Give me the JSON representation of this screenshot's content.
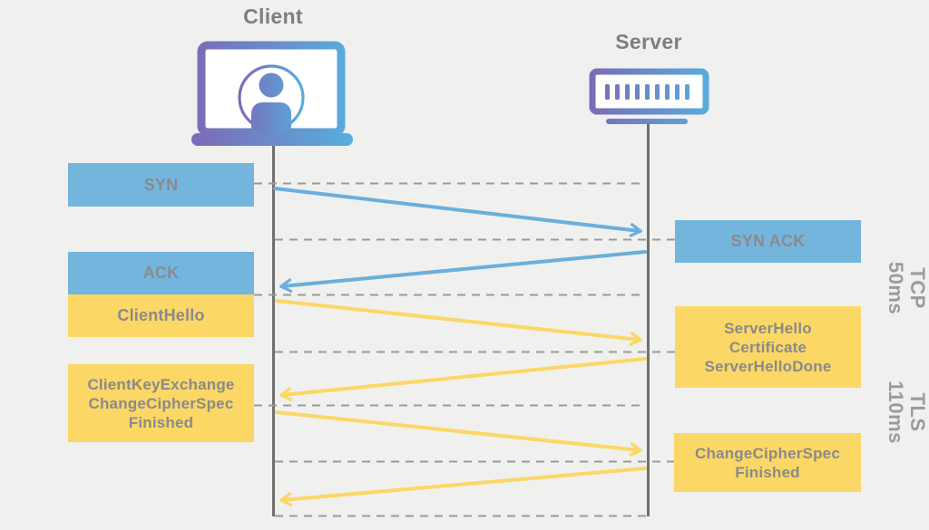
{
  "actors": {
    "client": {
      "label": "Client",
      "icon": "laptop-user-icon"
    },
    "server": {
      "label": "Server",
      "icon": "server-rack-icon"
    }
  },
  "messages": {
    "syn": {
      "label": "SYN",
      "protocol": "tcp",
      "direction": "client-to-server"
    },
    "syn_ack": {
      "label": "SYN ACK",
      "protocol": "tcp",
      "direction": "server-to-client"
    },
    "ack": {
      "label": "ACK",
      "protocol": "tcp",
      "direction": "client-to-server"
    },
    "client_hello": {
      "label": "ClientHello",
      "protocol": "tls",
      "direction": "client-to-server"
    },
    "server_hello": {
      "lines": [
        "ServerHello",
        "Certificate",
        "ServerHelloDone"
      ],
      "protocol": "tls",
      "direction": "server-to-client"
    },
    "client_key_exchange": {
      "lines": [
        "ClientKeyExchange",
        "ChangeCipherSpec",
        "Finished"
      ],
      "protocol": "tls",
      "direction": "client-to-server"
    },
    "change_cipher_spec": {
      "lines": [
        "ChangeCipherSpec",
        "Finished"
      ],
      "protocol": "tls",
      "direction": "server-to-client"
    }
  },
  "phases": {
    "tcp": {
      "name": "TCP",
      "duration": "50ms"
    },
    "tls": {
      "name": "TLS",
      "duration": "110ms"
    }
  },
  "colors": {
    "background": "#f0f0ee",
    "tcp_box": "#74b5de",
    "tls_box": "#fbd765",
    "tcp_arrow": "#6aaedd",
    "tls_arrow": "#fbd765",
    "box_text": "#8a8a8a",
    "title_text": "#7e7e7e",
    "phase_text": "#9b9b9b",
    "lifeline": "#6f6f6f",
    "dashed_line": "#9a9a9a",
    "icon_gradient_start": "#7b6ab6",
    "icon_gradient_end": "#58aede"
  }
}
